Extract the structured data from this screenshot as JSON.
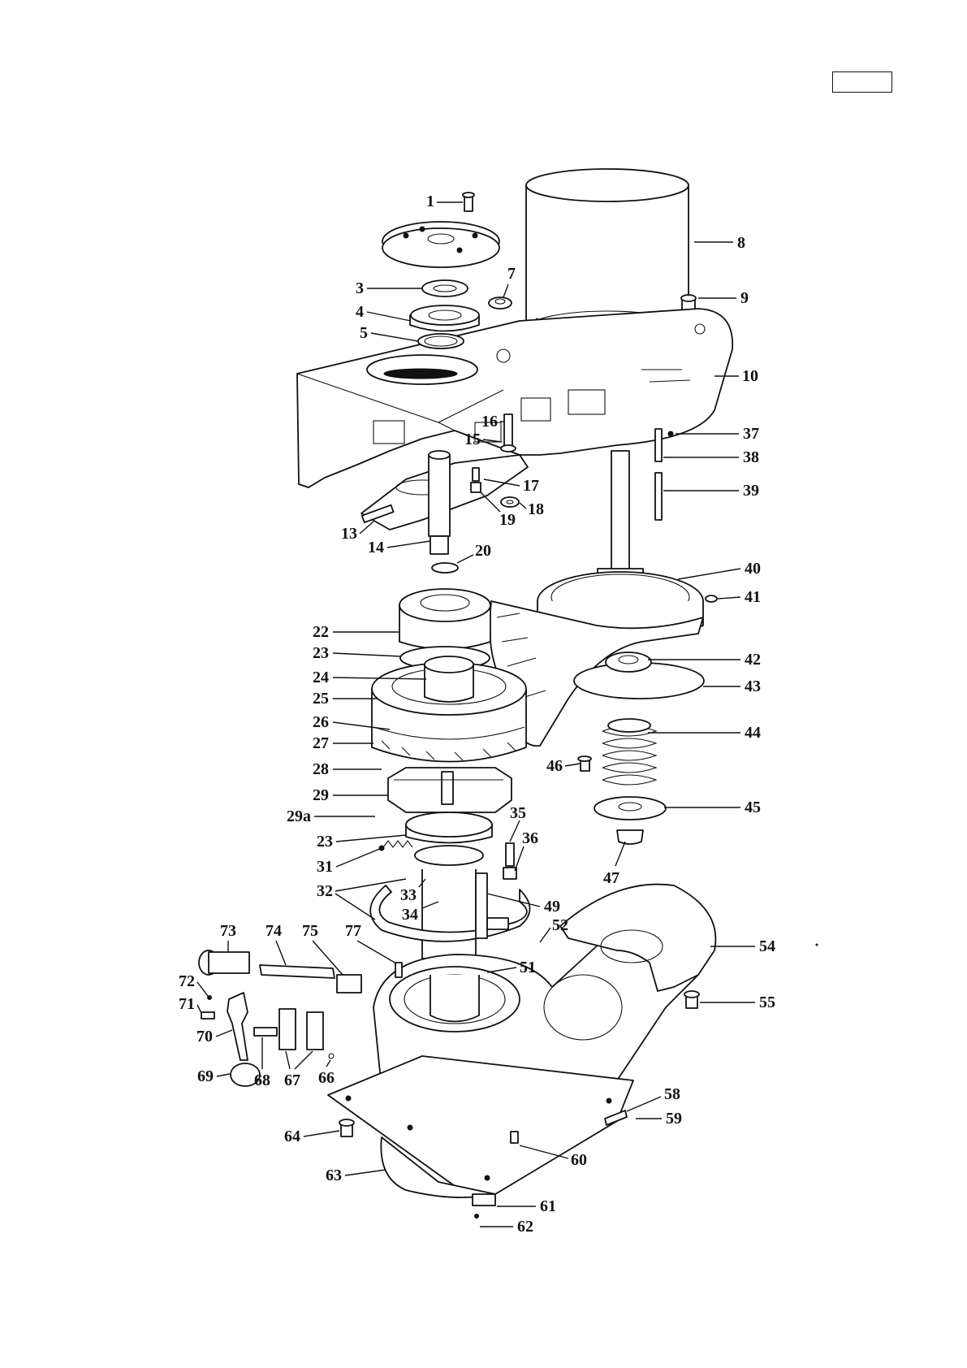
{
  "diagram": {
    "labels": [
      "1",
      "3",
      "4",
      "5",
      "7",
      "8",
      "9",
      "10",
      "13",
      "14",
      "15",
      "16",
      "17",
      "18",
      "19",
      "20",
      "22",
      "23",
      "24",
      "25",
      "26",
      "27",
      "28",
      "29",
      "29a",
      "23",
      "31",
      "32",
      "33",
      "34",
      "35",
      "36",
      "37",
      "38",
      "39",
      "40",
      "41",
      "42",
      "43",
      "44",
      "45",
      "46",
      "47",
      "49",
      "51",
      "52",
      "54",
      "55",
      "58",
      "59",
      "60",
      "61",
      "62",
      "63",
      "64",
      "66",
      "67",
      "68",
      "69",
      "70",
      "71",
      "72",
      "73",
      "74",
      "75",
      "77"
    ]
  }
}
